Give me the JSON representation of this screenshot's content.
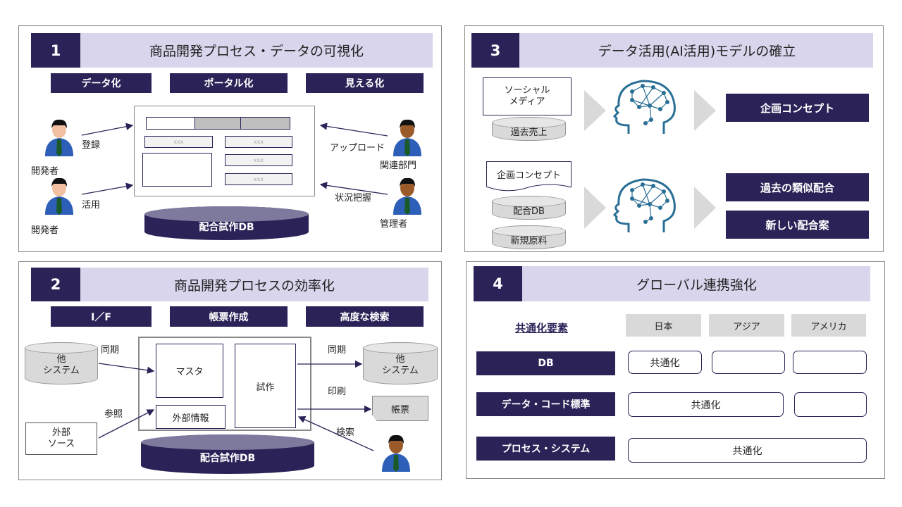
{
  "colors": {
    "navy": "#2b2357",
    "lavender": "#d9d5ec",
    "gray": "#d9d9d9"
  },
  "p1": {
    "num": "1",
    "title": "商品開発プロセス・データの可視化",
    "tabs": [
      "データ化",
      "ポータル化",
      "見える化"
    ],
    "xxx": "xxx",
    "db": "配合試作DB",
    "left": [
      {
        "action": "登録",
        "role": "開発者"
      },
      {
        "action": "活用",
        "role": "開発者"
      }
    ],
    "right": [
      {
        "action": "アップロード",
        "role": "関連部門"
      },
      {
        "action": "状況把握",
        "role": "管理者"
      }
    ]
  },
  "p2": {
    "num": "2",
    "title": "商品開発プロセスの効率化",
    "tabs": [
      "I／F",
      "帳票作成",
      "高度な検索"
    ],
    "other_system": "他\nシステム",
    "external_source": "外部\nソース",
    "master": "マスタ",
    "external_info": "外部情報",
    "trial": "試作",
    "db": "配合試作DB",
    "report": "帳票",
    "sync_in": "同期",
    "reference": "参照",
    "sync_out": "同期",
    "print": "印刷",
    "search": "検索"
  },
  "p3": {
    "num": "3",
    "title": "データ活用(AI活用)モデルの確立",
    "row1": {
      "inputs": [
        "ソーシャル\nメディア",
        "過去売上"
      ],
      "outputs": [
        "企画コンセプト"
      ]
    },
    "row2": {
      "inputs": [
        "企画コンセプト",
        "配合DB",
        "新規原料"
      ],
      "outputs": [
        "過去の類似配合",
        "新しい配合案"
      ]
    }
  },
  "p4": {
    "num": "4",
    "title": "グローバル連携強化",
    "elements_label": "共通化要素",
    "regions": [
      "日本",
      "アジア",
      "アメリカ"
    ],
    "rows": [
      {
        "label": "DB",
        "cells": [
          "共通化",
          "",
          ""
        ]
      },
      {
        "label": "データ・コード標準",
        "cells": [
          "共通化",
          ""
        ]
      },
      {
        "label": "プロセス・システム",
        "cells": [
          "共通化"
        ]
      }
    ]
  }
}
